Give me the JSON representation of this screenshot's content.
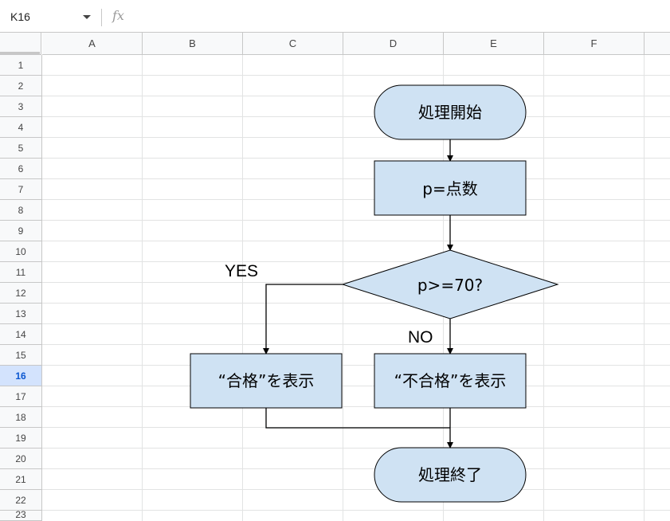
{
  "formula_bar": {
    "name_box": "K16",
    "fx_icon": "function-icon",
    "formula_value": ""
  },
  "columns": [
    "A",
    "B",
    "C",
    "D",
    "E",
    "F"
  ],
  "rows": [
    "1",
    "2",
    "3",
    "4",
    "5",
    "6",
    "7",
    "8",
    "9",
    "10",
    "11",
    "12",
    "13",
    "14",
    "15",
    "16",
    "17",
    "18",
    "19",
    "20",
    "21",
    "22",
    "23"
  ],
  "active_row": "16",
  "colors": {
    "shape_fill": "#cfe2f3",
    "active_header": "#d3e3fd",
    "active_header_text": "#0b57d0"
  },
  "flowchart": {
    "start": "処理開始",
    "assign": "p=点数",
    "decision": "p>=70?",
    "yes_label": "YES",
    "no_label": "NO",
    "pass_box": "“合格”を表示",
    "fail_box": "“不合格”を表示",
    "end": "処理終了"
  }
}
